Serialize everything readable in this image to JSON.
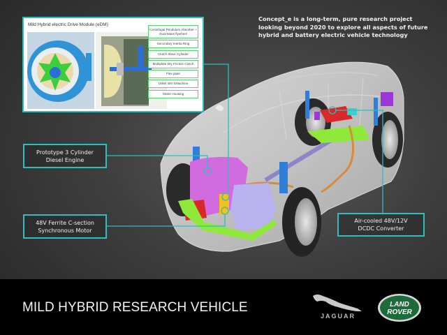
{
  "intro": {
    "lines": [
      "Concept_e is a long-term, pure research project",
      "looking beyond 2020 to explore all aspects of future",
      "hybrid and battery electric vehicle technology"
    ]
  },
  "inset": {
    "title": "Mild Hybrid electric Drive Module (eDM)",
    "callouts": [
      {
        "label": "Centrifugal Pendulum Absorber + Dual Mass flywheel"
      },
      {
        "label": "Secondary Inertia Ring"
      },
      {
        "label": "Clutch Slave Cylinder"
      },
      {
        "label": "Multiplate Dry Friction Clutch"
      },
      {
        "label": "Flex plate"
      },
      {
        "label": "15kW 48V EMachine"
      },
      {
        "label": "Stator Housing"
      }
    ]
  },
  "labels": {
    "engine": {
      "line1": "Prototype 3 Cylinder",
      "line2": "Diesel Engine"
    },
    "motor": {
      "line1": "48V Ferrite C-section",
      "line2": "Synchronous Motor"
    },
    "dcdc": {
      "line1": "Air-cooled 48V/12V",
      "line2": "DCDC Converter"
    }
  },
  "footer": {
    "title": "MILD HYBRID RESEARCH VEHICLE",
    "logos": {
      "jaguar": "JAGUAR",
      "landrover_line1": "LAND",
      "landrover_line2": "ROVER"
    }
  },
  "colors": {
    "accent_teal": "#2bbfbf",
    "callout_green": "#4fd96a",
    "engine_magenta": "#d36be0",
    "subframe_green": "#8fe83a",
    "suspension_blue": "#2f7fd8",
    "landrover_green": "#1d6b3a"
  }
}
